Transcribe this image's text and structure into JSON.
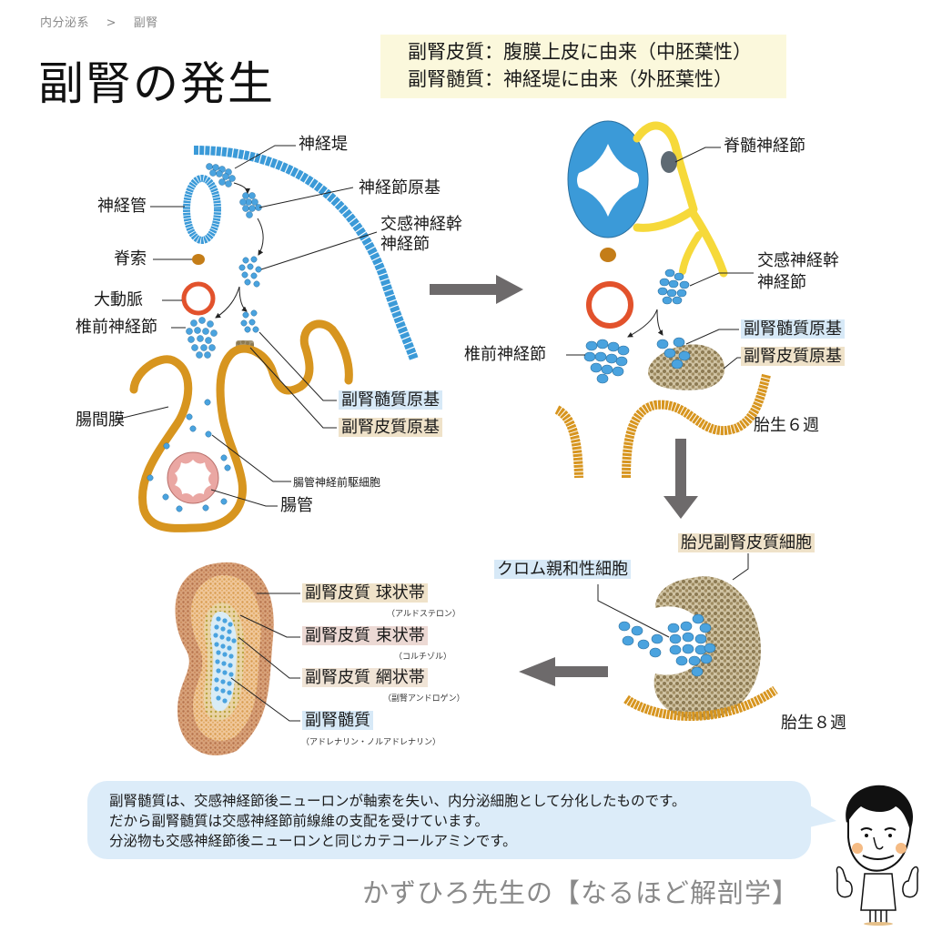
{
  "breadcrumb": [
    "内分泌系",
    ">",
    "副腎"
  ],
  "title": "副腎の発生",
  "origin_box": {
    "line1": "副腎皮質：腹膜上皮に由来（中胚葉性）",
    "line2": "副腎髄質：神経堤に由来（外胚葉性）"
  },
  "panel1": {
    "labels": {
      "neural_crest": "神経堤",
      "ganglion_primordium": "神経節原基",
      "sympathetic_trunk_l1": "交感神経幹",
      "sympathetic_trunk_l2": "神経節",
      "neural_tube": "神経管",
      "notochord": "脊索",
      "aorta": "大動脈",
      "prevertebral_ganglion": "椎前神経節",
      "medulla_primordium": "副腎髄質原基",
      "cortex_primordium": "副腎皮質原基",
      "mesentery": "腸間膜",
      "enteric_precursor": "腸管神経前駆細胞",
      "gut": "腸管"
    }
  },
  "panel2": {
    "labels": {
      "spinal_ganglion": "脊髄神経節",
      "sympathetic_trunk_l1": "交感神経幹",
      "sympathetic_trunk_l2": "神経節",
      "medulla_primordium": "副腎髄質原基",
      "cortex_primordium": "副腎皮質原基",
      "prevertebral_ganglion": "椎前神経節",
      "stage": "胎生６週"
    }
  },
  "panel3": {
    "labels": {
      "fetal_cortex_cells": "胎児副腎皮質細胞",
      "chromaffin_cells": "クロム親和性細胞",
      "stage": "胎生８週"
    }
  },
  "panel4": {
    "zones": [
      {
        "label": "副腎皮質 球状帯",
        "hormone": "（アルドステロン）"
      },
      {
        "label": "副腎皮質 束状帯",
        "hormone": "（コルチゾル）"
      },
      {
        "label": "副腎皮質 網状帯",
        "hormone": "（副腎アンドロゲン）"
      },
      {
        "label": "副腎髄質",
        "hormone": "（アドレナリン・ノルアドレナリン）"
      }
    ]
  },
  "explanation": {
    "line1": "副腎髄質は、交感神経節後ニューロンが軸索を失い、内分泌細胞として分化したものです。",
    "line2": "だから副腎髄質は交感神経節前線維の支配を受けています。",
    "line3": "分泌物も交感神経節後ニューロンと同じカテコールアミンです。"
  },
  "brand": "かずひろ先生の【なるほど解剖学】",
  "colors": {
    "neural_blue": "#3b9ad8",
    "cell_blue": "#4aa3df",
    "mesoderm_orange": "#d7951f",
    "aorta_red": "#e2522c",
    "ganglion_yellow": "#f6d93a",
    "cortex_brown": "#9c8a63",
    "arrow_gray": "#6d6a6b",
    "bubble_blue": "#dcecf9",
    "origin_box": "#fbf8dc"
  }
}
